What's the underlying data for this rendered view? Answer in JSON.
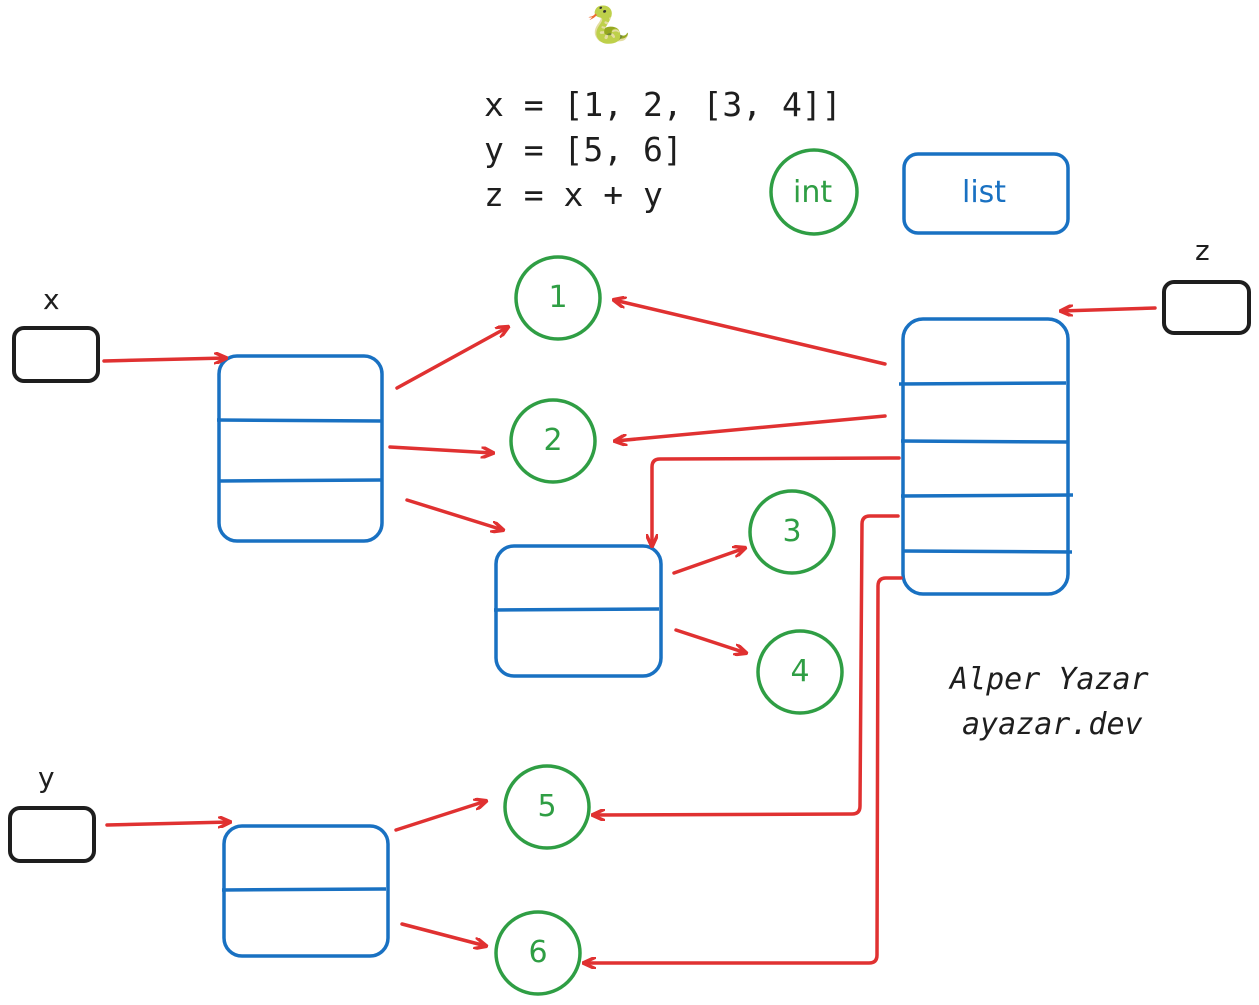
{
  "code": {
    "line1": "x = [1, 2, [3, 4]]",
    "line2": "y = [5, 6]",
    "line3": "z = x + y"
  },
  "legend": {
    "int_label": "int",
    "list_label": "list"
  },
  "variables": {
    "x": "x",
    "y": "y",
    "z": "z"
  },
  "ints": {
    "one": "1",
    "two": "2",
    "three": "3",
    "four": "4",
    "five": "5",
    "six": "6"
  },
  "credit": {
    "name": "Alper Yazar",
    "site": "ayazar.dev"
  },
  "icons": {
    "python": "snake-icon"
  },
  "colors": {
    "int_green": "#2f9e44",
    "list_blue": "#1971c2",
    "arrow_red": "#e03131",
    "variable_black": "#1e1e1e"
  }
}
